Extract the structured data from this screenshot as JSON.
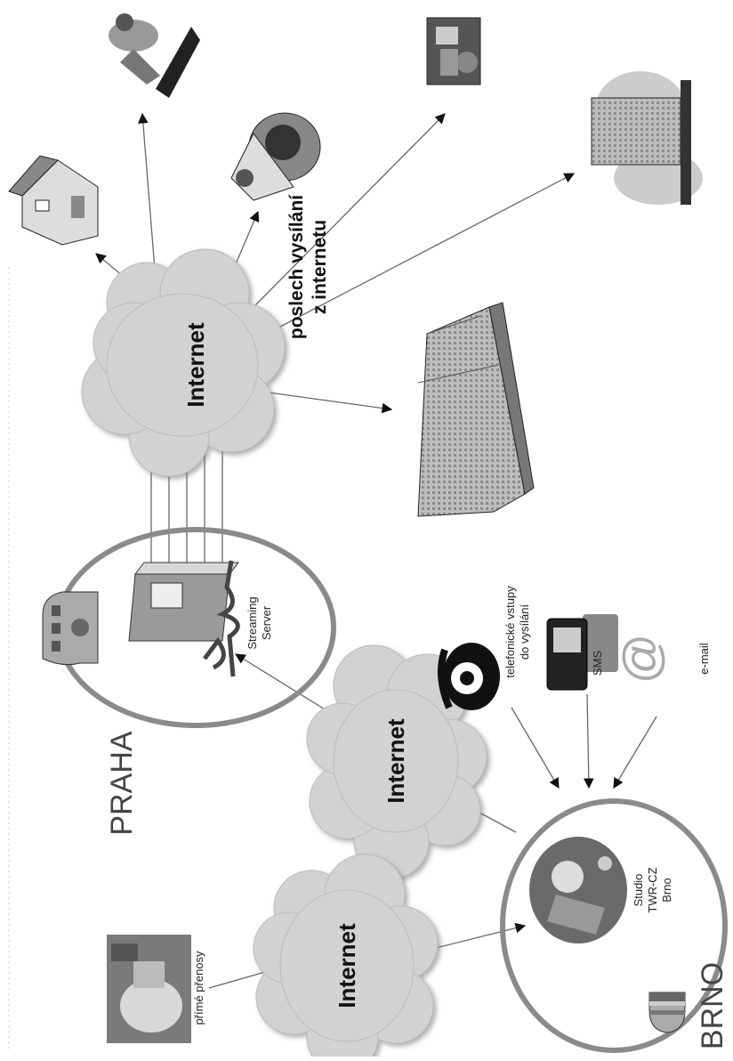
{
  "cities": {
    "praha": "PRAHA",
    "brno": "BRNO"
  },
  "clouds": [
    "Internet",
    "Internet",
    "Internet"
  ],
  "server_label": [
    "Streaming",
    "Server"
  ],
  "studio_label": [
    "Studio",
    "TWR-CZ",
    "Brno"
  ],
  "live_label": "přímé přenosy",
  "phone_label": [
    "telefonické vstupy",
    "do vysílání"
  ],
  "sms_label": "SMS",
  "email_label": "e-mail",
  "email_symbol": "@",
  "listening_label": [
    "poslech vysílání",
    "z internetu"
  ],
  "colors": {
    "ring": "#8a8a8a",
    "cloud": "#cfcfcf",
    "line": "#666666"
  }
}
